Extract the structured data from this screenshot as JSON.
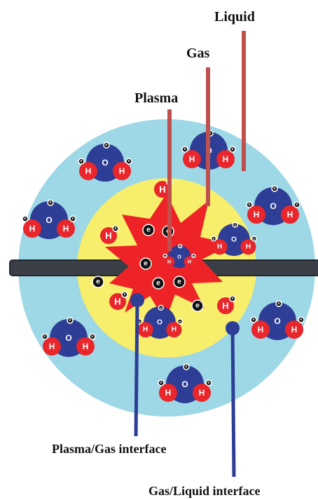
{
  "labels": {
    "liquid": "Liquid",
    "gas": "Gas",
    "plasma": "Plasma",
    "plasma_gas_interface": "Plasma/Gas interface",
    "gas_liquid_interface": "Gas/Liquid interface"
  },
  "glyphs": {
    "oxygen": "O",
    "hydrogen": "H",
    "electron": "e"
  },
  "colors": {
    "liquid_zone": "#9ed8e6",
    "gas_zone": "#f7ee6b",
    "plasma_burst": "#ee2327",
    "electrode": "#3a3f47",
    "oxygen_atom": "#2e3d95",
    "hydrogen_atom": "#e8262b",
    "electron": "#111111",
    "pointer_red": "#c0504d",
    "pointer_blue": "#2e3d95"
  }
}
